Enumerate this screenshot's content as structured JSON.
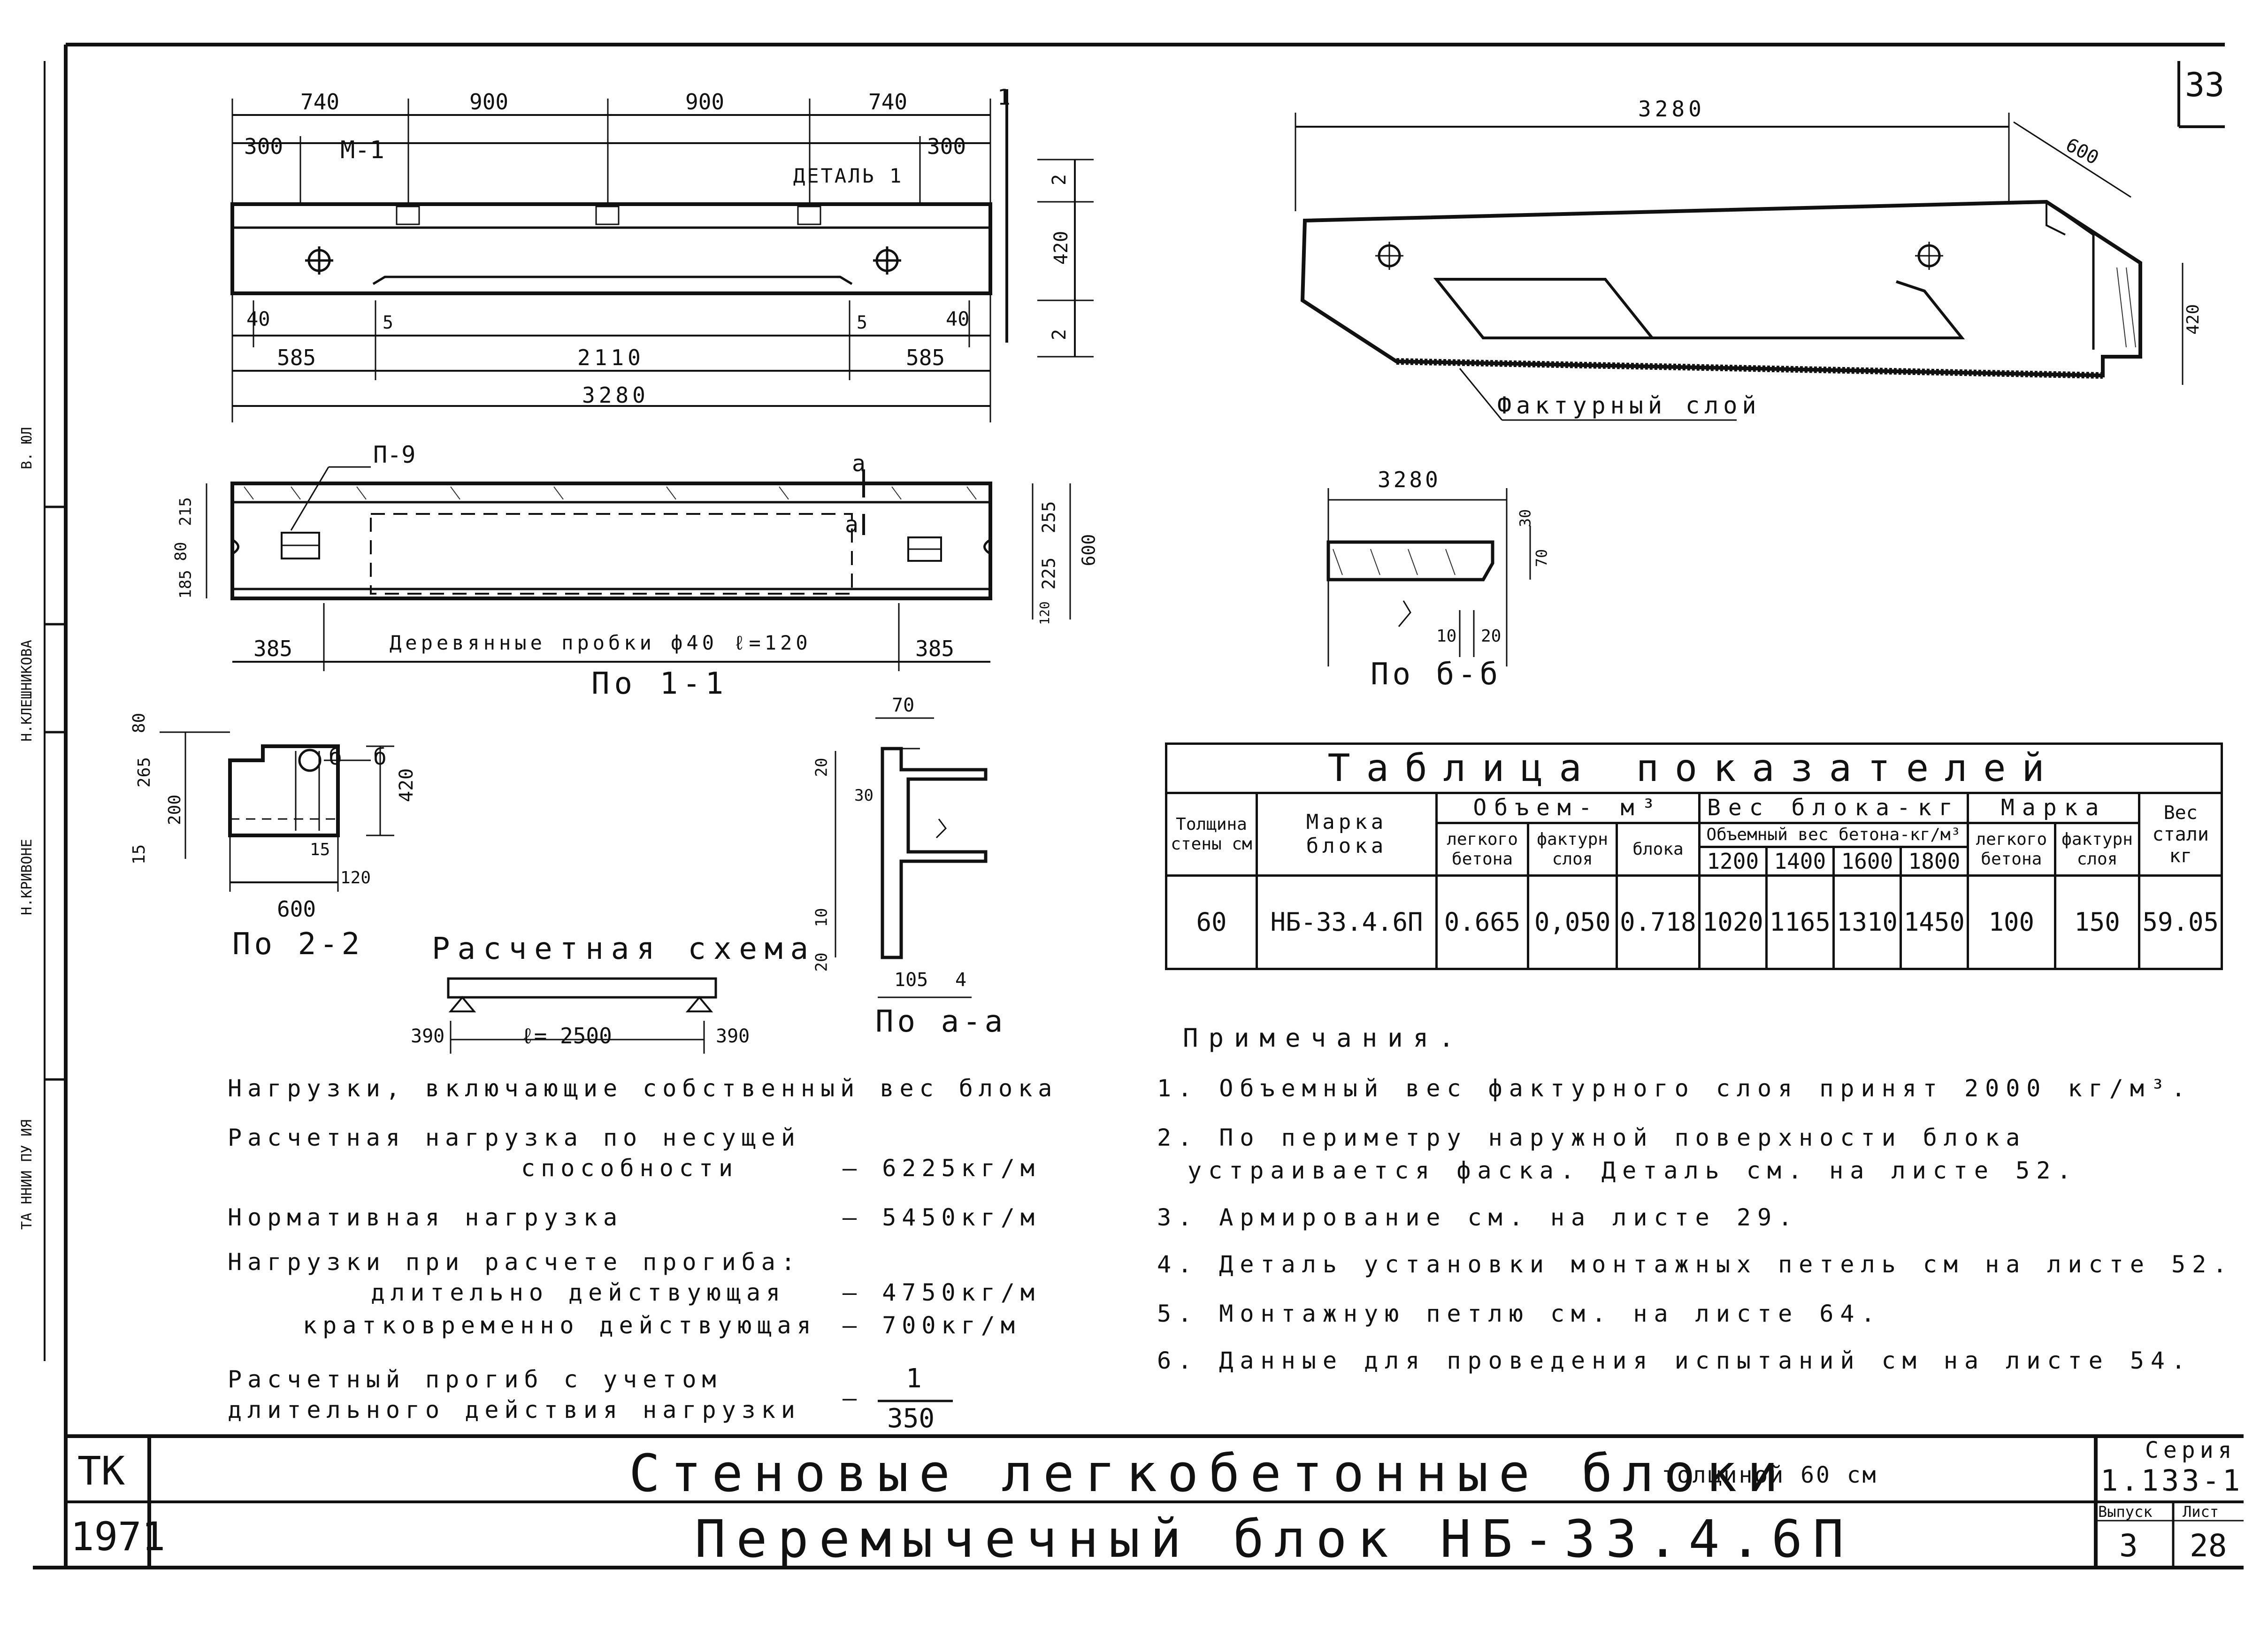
{
  "sheet_number": "33",
  "elevation": {
    "top_dims": [
      "740",
      "900",
      "900",
      "740"
    ],
    "left_offset": "300",
    "right_offset": "300",
    "insert_label": "М-1",
    "detail_label": "ДЕТАЛЬ 1",
    "section_mark": "1",
    "bottom_dims": [
      "40",
      "5",
      "5",
      "40"
    ],
    "bottom_spans": [
      "585",
      "2110",
      "585"
    ],
    "overall": "3280",
    "height_dims": [
      "2",
      "420",
      "2"
    ]
  },
  "plan": {
    "insert_label": "П-9",
    "section_mark": "а",
    "left_dims": [
      "185",
      "80",
      "215"
    ],
    "right_dims": [
      "255",
      "225",
      "120"
    ],
    "overall_height": "600",
    "side_spans": [
      "385",
      "385"
    ],
    "plugs_label": "Деревянные пробки ф40 ℓ=120",
    "caption": "По 1-1"
  },
  "section_2_2": {
    "dims_left": [
      "80",
      "265",
      "200",
      "15"
    ],
    "marks": [
      "б",
      "б"
    ],
    "height": "420",
    "small_dims": [
      "15",
      "120"
    ],
    "width": "600",
    "caption": "По 2-2"
  },
  "section_a_a": {
    "top_dim": "70",
    "dims": [
      "20",
      "30",
      "10",
      "20"
    ],
    "bottom_dims": [
      "105",
      "4"
    ],
    "caption": "По а-а"
  },
  "section_b_b": {
    "width": "3280",
    "dims": [
      "30",
      "70",
      "10",
      "20"
    ],
    "caption": "По б-б"
  },
  "iso": {
    "length": "3280",
    "depth": "600",
    "height": "420",
    "layer_label": "Фактурный слой"
  },
  "scheme": {
    "title": "Расчетная схема",
    "left": "390",
    "span": "ℓ= 2500",
    "right": "390"
  },
  "loads": {
    "heading": "Нагрузки, включающие собственный вес блока",
    "rows": [
      {
        "label": "Расчетная нагрузка по несущей",
        "label2": "способности",
        "value": "– 6225кг/м"
      },
      {
        "label": "Нормативная нагрузка",
        "value": "– 5450кг/м"
      },
      {
        "label": "Нагрузки при расчете прогиба:",
        "label2": "длительно действующая",
        "value": "– 4750кг/м"
      },
      {
        "label": "",
        "label2": "кратковременно действующая",
        "value": "– 700кг/м"
      },
      {
        "label": "Расчетный прогиб с учетом",
        "label2": "длительного действия нагрузки",
        "value": "–"
      }
    ],
    "deflection_num": "1",
    "deflection_den": "350"
  },
  "table": {
    "caption": "Таблица показателей",
    "col_thickness": "Толщина стены см",
    "col_mark": "Марка блока",
    "grp_volume": "Объем- м³",
    "grp_weight": "Вес блока-кг",
    "grp_grade": "Марка",
    "col_steel": "Вес стали кг",
    "sub_light": "легкого бетона",
    "sub_facing": "фактурн слоя",
    "sub_block": "блока",
    "sub_weight_hdr": "Объемный вес бетона-кг/м³",
    "weights": [
      "1200",
      "1400",
      "1600",
      "1800"
    ],
    "sub_grade_light": "легкого бетона",
    "sub_grade_facing": "фактурн слоя",
    "row": [
      "60",
      "НБ-33.4.6П",
      "0.665",
      "0,050",
      "0.718",
      "1020",
      "1165",
      "1310",
      "1450",
      "100",
      "150",
      "59.05"
    ]
  },
  "notes": {
    "title": "Примечания.",
    "items": [
      "1. Объемный вес фактурного слоя принят 2000 кг/м³.",
      "2. По периметру наружной поверхности блока",
      "устраивается фаска. Деталь см. на листе 52.",
      "3. Армирование см. на листе 29.",
      "4. Деталь установки монтажных петель см на листе 52.",
      "5. Монтажную петлю см. на листе 64.",
      "6. Данные для проведения испытаний см на листе 54."
    ]
  },
  "title_block": {
    "org": "ТК",
    "year": "1971",
    "title1": "Стеновые легкобетонные блоки",
    "title1_suffix": "толщиной 60 см",
    "title2": "Перемычечный блок НБ-33.4.6П",
    "series_label": "Серия",
    "series": "1.133-1",
    "issue_label": "Выпуск",
    "issue": "3",
    "sheet_label": "Лист",
    "sheet": "28"
  },
  "side_stamp": [
    "Н.КРИВОНЕ",
    "ТА ННИИ ПУ ИЯ",
    "Н.КЛЕШНИКОВА",
    "В. ЮЛ"
  ]
}
